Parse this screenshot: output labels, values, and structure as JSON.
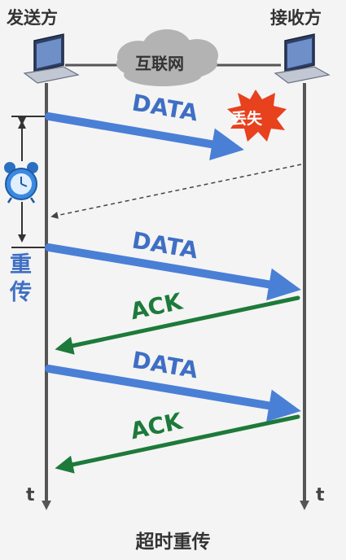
{
  "sender_label": "发送方",
  "receiver_label": "接收方",
  "network_label": "互联网",
  "lost_label": "丢失",
  "retransmit_label": "重传",
  "time_label_left": "t",
  "time_label_right": "t",
  "caption": "超时重传",
  "messages": [
    {
      "label": "DATA",
      "kind": "data",
      "status": "lost"
    },
    {
      "label": "DATA",
      "kind": "data",
      "status": "delivered"
    },
    {
      "label": "ACK",
      "kind": "ack",
      "status": "delivered"
    },
    {
      "label": "DATA",
      "kind": "data",
      "status": "delivered"
    },
    {
      "label": "ACK",
      "kind": "ack",
      "status": "delivered"
    }
  ],
  "colors": {
    "data": "#4a7fd6",
    "ack": "#1d7a3a",
    "lost_burst": "#e8411e",
    "lifeline": "#555555",
    "cloud": "#b3b3b3"
  },
  "icons": [
    "laptop-icon",
    "cloud-icon",
    "alarm-clock-icon",
    "explosion-icon"
  ]
}
